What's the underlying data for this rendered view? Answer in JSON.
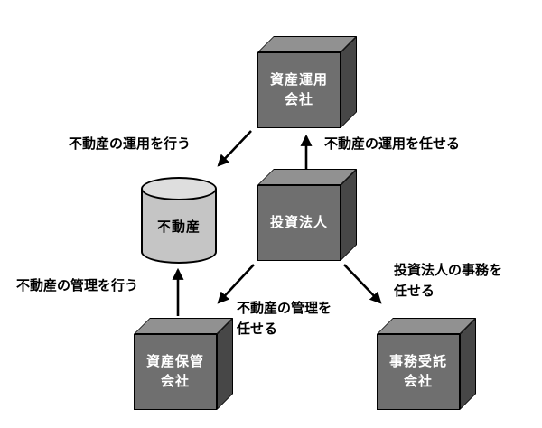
{
  "diagram": {
    "nodes": {
      "asset_management": {
        "line1": "資産運用",
        "line2": "会社"
      },
      "investment_corp": {
        "label": "投資法人"
      },
      "real_estate": {
        "label": "不動産"
      },
      "asset_custody": {
        "line1": "資産保管",
        "line2": "会社"
      },
      "admin_trustee": {
        "line1": "事務受託",
        "line2": "会社"
      }
    },
    "edges": {
      "operate": "不動産の運用を行う",
      "entrust_operation": "不動産の運用を任せる",
      "manage": "不動産の管理を行う",
      "entrust_management_l1": "不動産の管理を",
      "entrust_management_l2": "任せる",
      "entrust_admin_l1": "投資法人の事務を",
      "entrust_admin_l2": "任せる"
    }
  },
  "colors": {
    "box-front": "#6f6f6f",
    "box-top": "#919191",
    "box-right": "#474747",
    "box-text": "#ffffff",
    "cyl-body": "#c5c5c5",
    "cyl-top": "#dedede",
    "arrow": "#000000",
    "label-text": "#000000"
  }
}
